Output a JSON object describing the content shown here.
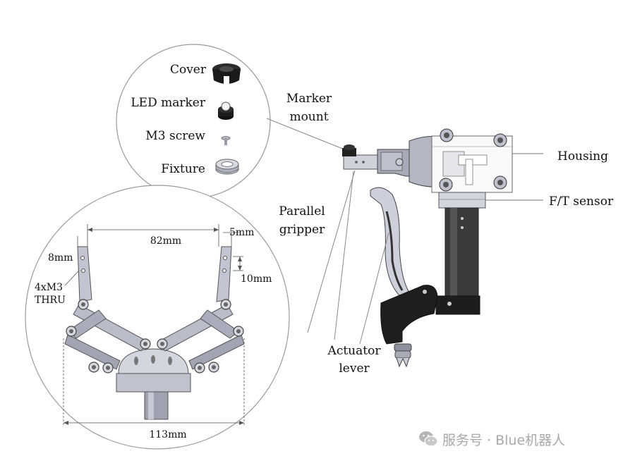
{
  "callout_parts": {
    "cover": "Cover",
    "led_marker": "LED marker",
    "m3_screw": "M3 screw",
    "fixture": "Fixture"
  },
  "labels": {
    "marker_mount_line1": "Marker",
    "marker_mount_line2": "mount",
    "housing": "Housing",
    "ft_sensor": "F/T sensor",
    "parallel_gripper_line1": "Parallel",
    "parallel_gripper_line2": "gripper",
    "actuator_lever_line1": "Actuator",
    "actuator_lever_line2": "lever"
  },
  "dimensions": {
    "jaw_spacing": "82mm",
    "jaw_width": "5mm",
    "top_offset": "8mm",
    "hole_pitch": "10mm",
    "holes_line1": "4xM3",
    "holes_line2": "THRU",
    "overall_width": "113mm"
  },
  "watermark": {
    "text": "服务号 · Blue机器人"
  },
  "colors": {
    "line": "#808080",
    "metal_light": "#c9cbd6",
    "metal_mid": "#9ea1ae",
    "dark": "#2a2a2a",
    "watermark": "#a9a9a9"
  }
}
